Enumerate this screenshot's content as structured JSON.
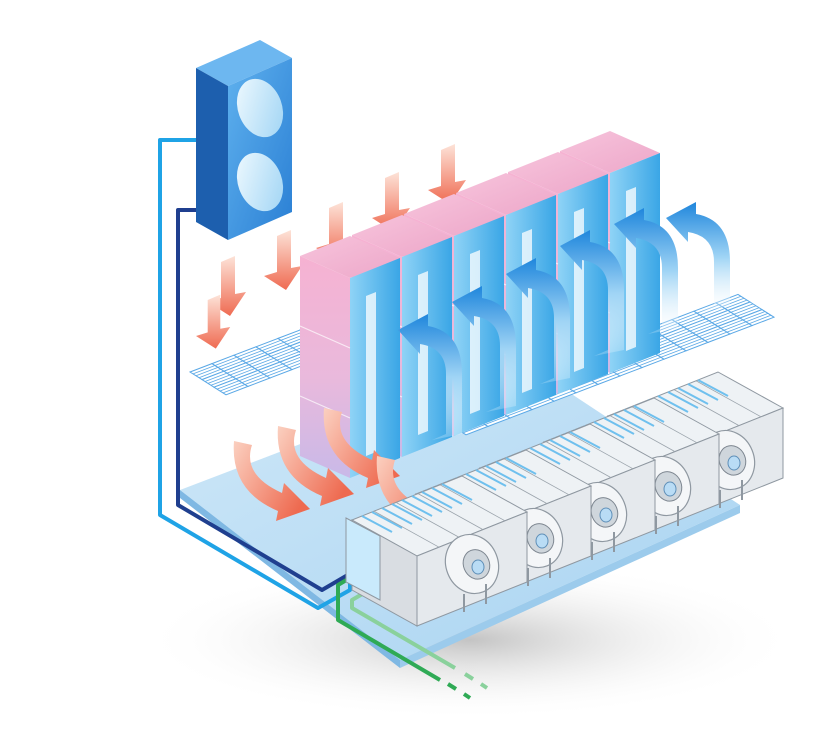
{
  "colors": {
    "background": "#ffffff",
    "floor_top": "#b9ddf4",
    "floor_left": "#7fb8e3",
    "floor_right": "#9ccbec",
    "floor_shadow": "#d6d6d6",
    "outdoor_unit_face": "#3b8fdc",
    "outdoor_unit_side": "#1d5fae",
    "outdoor_unit_top": "#6db7f0",
    "fan_circle": "#d7eefc",
    "rack_pink": "#f3a9cc",
    "rack_blue": "#3aa6e6",
    "rack_side_blue": "#7ccaf2",
    "grille": "#5aa8e6",
    "hot_arrow": "#f0735a",
    "hot_arrow_light": "#fbd2c4",
    "cold_arrow": "#2b8fe0",
    "cold_arrow_light": "#e2f3fc",
    "pipe_light_blue": "#1fa3e6",
    "pipe_dark_blue": "#1f3f8f",
    "pipe_green": "#2faa55",
    "pipe_light_green": "#8ad19c",
    "ahu_casing": "#d9dde2",
    "ahu_shadow": "#a9b0b8",
    "coil_blue": "#6fc0ee"
  },
  "diagram": {
    "outdoor_unit": {
      "name": "outdoor-condenser-unit",
      "fan_count": 2
    },
    "server_racks": {
      "count": 6
    },
    "air_handling_units": {
      "count": 5
    },
    "hot_air_arrows": {
      "count": 9
    },
    "cold_air_arrows": {
      "count": 6
    },
    "pipes": [
      "supply-light-blue",
      "return-dark-blue",
      "water-green",
      "water-light-green"
    ]
  }
}
